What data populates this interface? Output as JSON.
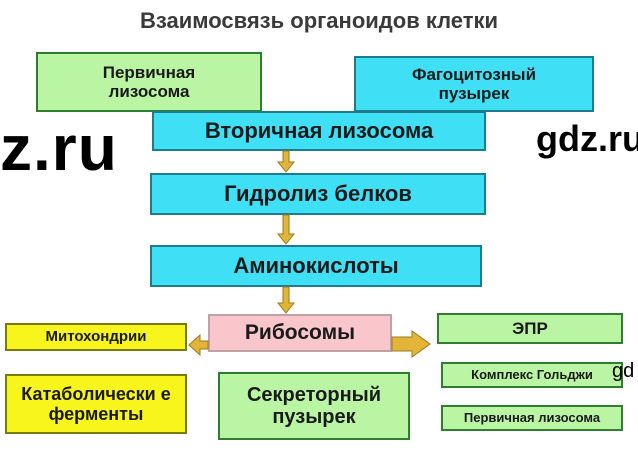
{
  "title": "Взаимосвязь органоидов клетки",
  "boxes": {
    "primary_lysosome_top": "Первичная лизосома",
    "phagocytic_vesicle": "Фагоцитозный пузырек",
    "secondary_lysosome": "Вторичная лизосома",
    "protein_hydrolysis": "Гидролиз белков",
    "amino_acids": "Аминокислоты",
    "ribosomes": "Рибосомы",
    "mitochondria": "Митохондрии",
    "catabolic_enzymes": "Катаболически е ферменты",
    "secretory_vesicle": "Секреторный пузырек",
    "er": "ЭПР",
    "golgi": "Комплекс Гольджи",
    "primary_lysosome_bottom": "Первичная лизосома"
  },
  "watermarks": {
    "left": "z.ru",
    "right": "gdz.ru",
    "small": "gd"
  },
  "colors": {
    "green": "#b9f5a3",
    "cyan": "#3fe0f5",
    "yellow": "#f8f51c",
    "pink": "#f9c6cc",
    "arrow": "#e3b43a"
  }
}
